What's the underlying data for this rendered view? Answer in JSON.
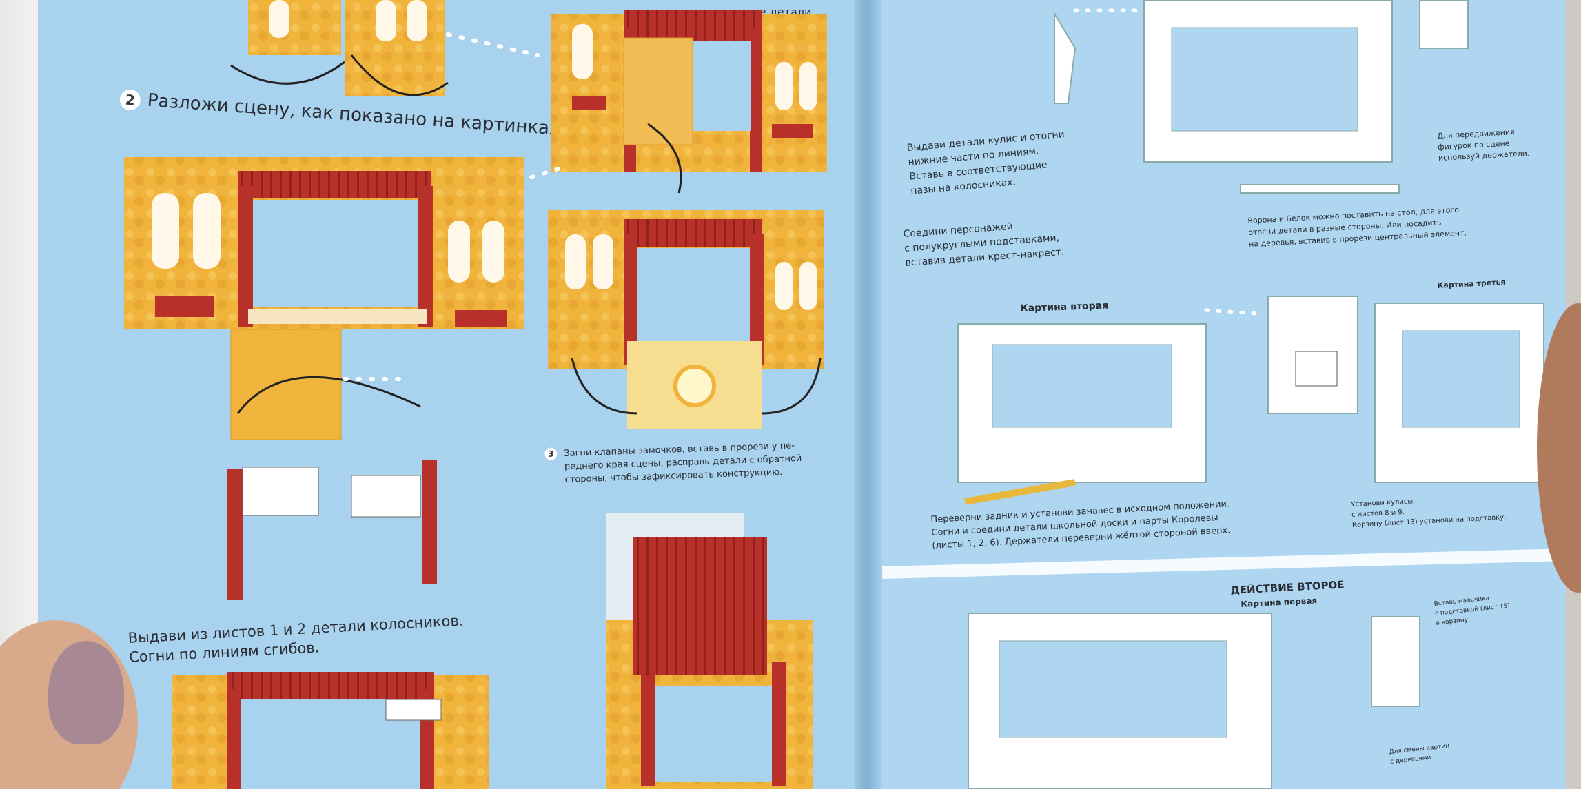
{
  "left_page": {
    "top_fragment": "тельные детали.",
    "step2": {
      "number": "2",
      "text": "Разложи сцену, как показано на картинках."
    },
    "step3": {
      "number": "3",
      "lines": [
        "Загни клапаны замочков, вставь в прорези у пе-",
        "реднего края сцены, расправь детали с обратной",
        "стороны, чтобы зафиксировать конструкцию."
      ]
    },
    "step_bottom": {
      "lines": [
        "Выдави из листов 1 и 2 детали колосников.",
        "Согни по линиям сгибов."
      ]
    }
  },
  "right_page": {
    "wings_text": [
      "Выдави детали кулис и отогни",
      "нижние части по линиям.",
      "Вставь в соответствующие",
      "пазы на колосниках."
    ],
    "holders_text": [
      "Для передвижения",
      "фигурок по сцене",
      "используй держатели."
    ],
    "characters_text": [
      "Соедини персонажей",
      "с полукруглыми подставками,",
      "вставив детали крест-накрест."
    ],
    "crow_text": [
      "Ворона и Белок можно поставить на стол, для этого",
      "отогни детали в разные стороны. Или посадить",
      "на деревья, вставив в прорези центральный элемент."
    ],
    "scene2_title": "Картина вторая",
    "scene3_title": "Картина третья",
    "scene2_text": [
      "Переверни задник и установи занавес в исходном положении.",
      "Согни и соедини детали школьной доски и парты Королевы",
      "(листы 1, 2, 6). Держатели переверни жёлтой стороной вверх."
    ],
    "scene3_text": [
      "Установи кулисы",
      "с листов 8 и 9.",
      "Корзину (лист 13) установи на подставку."
    ],
    "act2_title": "ДЕЙСТВИЕ ВТОРОЕ",
    "act2_scene1": "Картина первая",
    "act2_note": [
      "Вставь мальчика",
      "с подставкой (лист 15)",
      "в корзину."
    ],
    "bottom_note": [
      "Для смены картин",
      "с деревьями"
    ]
  },
  "colors": {
    "page_blue": "#a9d2ee",
    "curtain_red": "#b9302a",
    "wall_gold": "#e8a93a"
  }
}
